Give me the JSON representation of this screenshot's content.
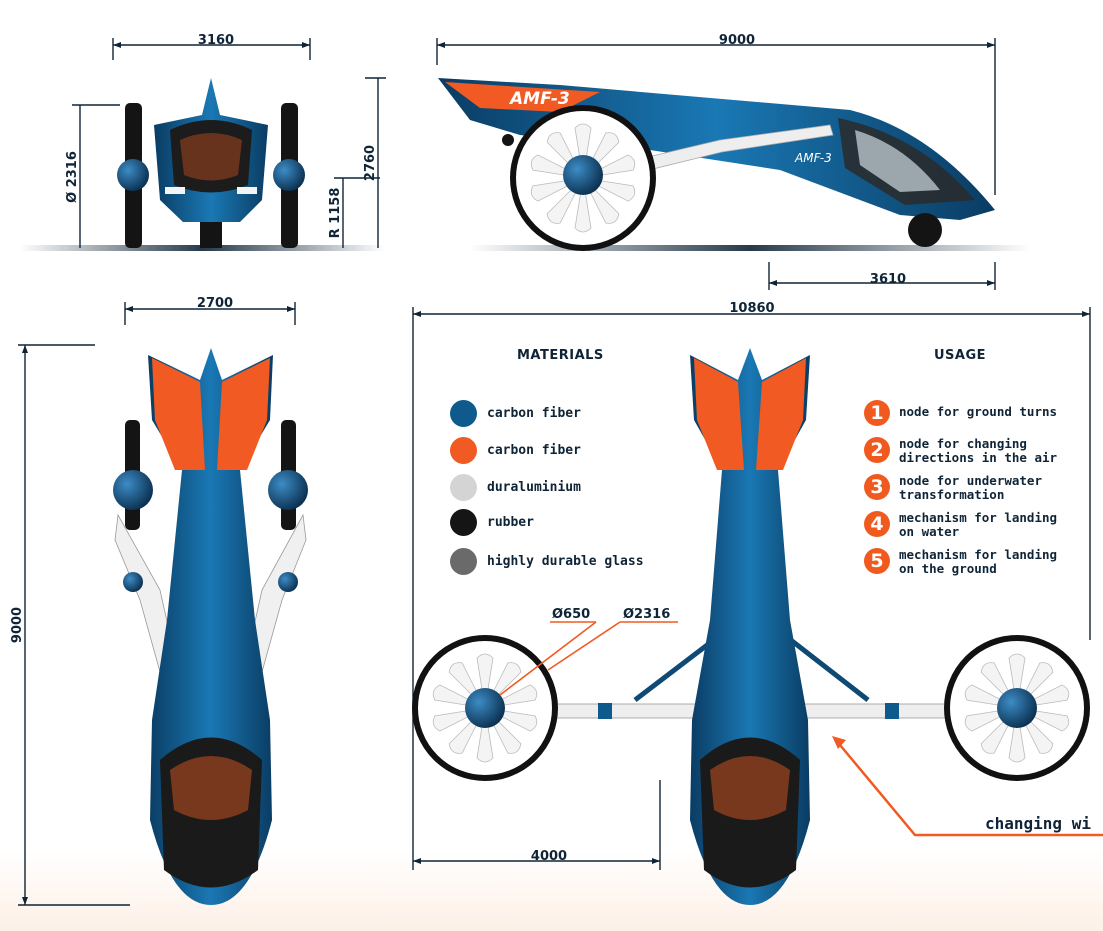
{
  "dimensions": {
    "front_width": "3160",
    "front_wheel_diameter": "Ø 2316",
    "front_wheel_radius": "R 1158",
    "front_height": "2760",
    "side_length": "9000",
    "side_wheelbase": "3610",
    "top_width": "2700",
    "top_length": "9000",
    "air_span": "10860",
    "air_arm": "4000",
    "hub_diameter": "Ø650",
    "prop_diameter": "Ø2316"
  },
  "model_label": "AMF-3",
  "materials": {
    "title": "MATERIALS",
    "items": [
      {
        "color": "#0e5a8c",
        "label": "carbon  fiber"
      },
      {
        "color": "#f15a22",
        "label": "carbon  fiber"
      },
      {
        "color": "#d4d4d4",
        "label": "duraluminium"
      },
      {
        "color": "#151515",
        "label": "rubber"
      },
      {
        "color": "#6a6a6a",
        "label": "highly  durable  glass"
      }
    ]
  },
  "usage": {
    "title": "USAGE",
    "items": [
      {
        "number": "1",
        "label": "node for ground turns"
      },
      {
        "number": "2",
        "label": "node for changing\ndirections in the air"
      },
      {
        "number": "3",
        "label": "node for underwater\ntransformation"
      },
      {
        "number": "4",
        "label": "mechanism for landing\non water"
      },
      {
        "number": "5",
        "label": "mechanism for landing\non the ground"
      }
    ]
  },
  "callout": "changing wi",
  "colors": {
    "navy": "#0f2436",
    "blue": "#0e5a8c",
    "orange": "#f15a22",
    "white_parts": "#f2f2f2"
  }
}
